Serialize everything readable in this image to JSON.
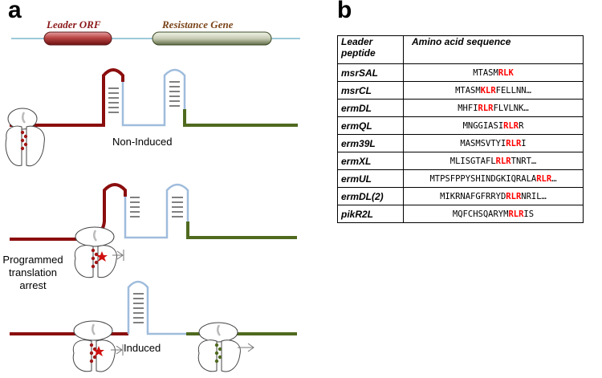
{
  "panel_a": {
    "letter": "a",
    "leader_orf_label": "Leader ORF",
    "resistance_gene_label": "Resistance Gene",
    "state_non_induced": "Non-Induced",
    "state_arrest_line1": "Programmed",
    "state_arrest_line2": "translation",
    "state_arrest_line3": "arrest",
    "state_induced": "Induced"
  },
  "panel_b": {
    "letter": "b",
    "header_peptide_line1": "Leader",
    "header_peptide_line2": "peptide",
    "header_sequence": "Amino acid sequence",
    "rows": [
      {
        "name": "msrSAL",
        "pre": "MTASM",
        "hl": "RLK",
        "post": ""
      },
      {
        "name": "msrCL",
        "pre": "MTASM",
        "hl": "KLR",
        "post": "FELLNN…"
      },
      {
        "name": "ermDL",
        "pre": "MHFI",
        "hl": "RLR",
        "post": "FLVLNK…"
      },
      {
        "name": "ermQL",
        "pre": "MNGGIASI",
        "hl": "RLR",
        "post": "R"
      },
      {
        "name": "erm39L",
        "pre": "MASMSVTYI",
        "hl": "RLR",
        "post": "I"
      },
      {
        "name": "ermXL",
        "pre": "MLISGTAFL",
        "hl": "RLR",
        "post": "TNRT…"
      },
      {
        "name": "ermUL",
        "pre": "MTPSFPPYSHINDGKIQRALA",
        "hl": "RLR",
        "post": "…"
      },
      {
        "name": "ermDL(2)",
        "pre": "MIKRNAFGFRRYD",
        "hl": "RLR",
        "post": "NRIL…"
      },
      {
        "name": "pikR2L",
        "pre": "MQFCHSQARYM",
        "hl": "RLR",
        "post": "IS"
      }
    ]
  },
  "colors": {
    "leader": "#8b0e0e",
    "gene": "#4f6a1e",
    "hairpin": "#9fbcdc",
    "thin_line": "#7fb8cf",
    "highlight": "#ff0000"
  }
}
